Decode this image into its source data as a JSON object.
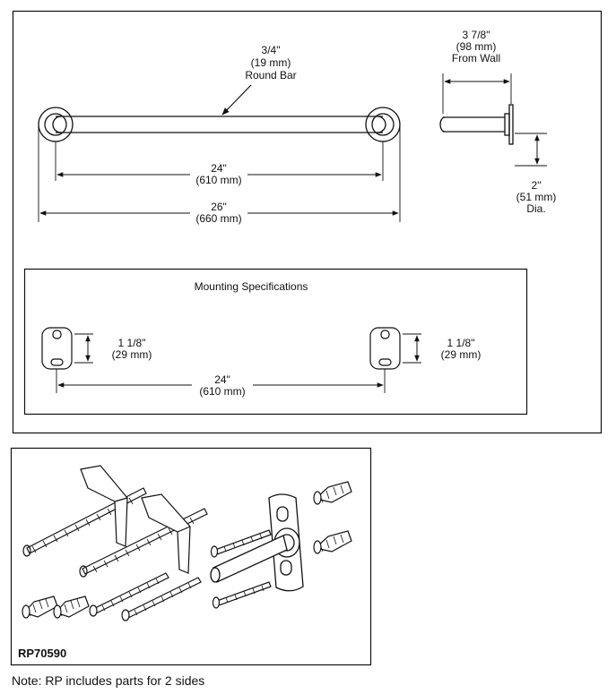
{
  "top_view": {
    "bar_diameter": [
      "3/4\"",
      "(19 mm)",
      "Round Bar"
    ],
    "length_inner": [
      "24\"",
      "(610 mm)"
    ],
    "length_outer": [
      "26\"",
      "(660 mm)"
    ]
  },
  "side_view": {
    "projection": [
      "3 7/8\"",
      "(98 mm)",
      "From Wall"
    ],
    "flange_diameter": [
      "2\"",
      "(51 mm)",
      "Dia."
    ]
  },
  "mounting": {
    "title": "Mounting Specifications",
    "left_hole_spacing": [
      "1 1/8\"",
      "(29 mm)"
    ],
    "right_hole_spacing": [
      "1 1/8\"",
      "(29 mm)"
    ],
    "center_distance": [
      "24\"",
      "(610 mm)"
    ]
  },
  "parts": {
    "part_number": "RP70590"
  },
  "note": "Note:  RP includes parts for 2 sides"
}
